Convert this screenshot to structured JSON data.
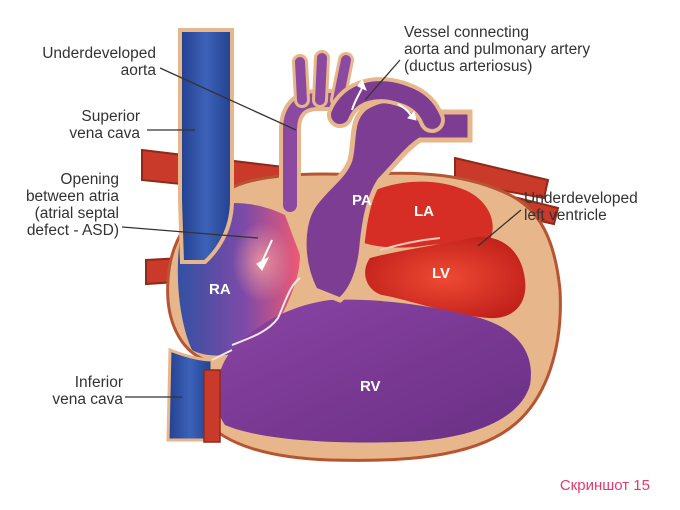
{
  "callouts": {
    "underdeveloped_aorta": [
      "Underdeveloped",
      "aorta"
    ],
    "superior_vena_cava": [
      "Superior",
      "vena cava"
    ],
    "asd": [
      "Opening",
      "between atria",
      "(atrial septal",
      "defect - ASD)"
    ],
    "inferior_vena_cava": [
      "Inferior",
      "vena cava"
    ],
    "ductus": [
      "Vessel connecting",
      "aorta and pulmonary artery",
      "(ductus arteriosus)"
    ],
    "left_ventricle": [
      "Underdeveloped",
      "left ventricle"
    ]
  },
  "chambers": {
    "pa": "PA",
    "la": "LA",
    "lv": "LV",
    "ra": "RA",
    "rv": "RV"
  },
  "caption": "Скриншот 15",
  "colors": {
    "tissue": "#e7b68b",
    "outline": "#b75532",
    "purple": "#7c3d93",
    "red": "#d62e24",
    "blue": "#2f4f9c",
    "caption": "#e8386b"
  }
}
